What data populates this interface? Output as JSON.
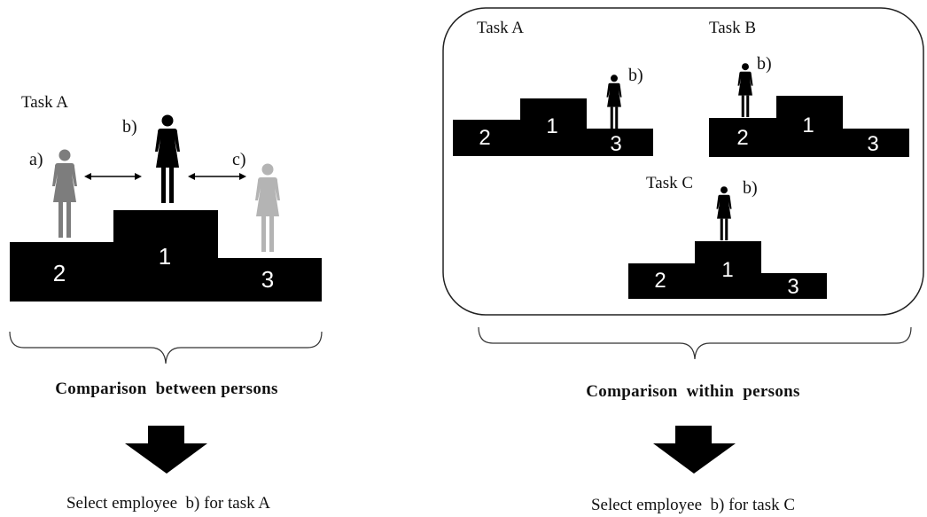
{
  "colors": {
    "black": "#000000",
    "grey_a": "#7d7d7d",
    "grey_c": "#b4b4b4",
    "frame": "#222222"
  },
  "left": {
    "task_label": "Task A",
    "person_a_label": "a)",
    "person_b_label": "b)",
    "person_c_label": "c)",
    "ranks": [
      "2",
      "1",
      "3"
    ],
    "brace_caption": "Comparison  between persons",
    "result": "Select employee  b) for task A"
  },
  "right": {
    "task_a": {
      "label": "Task A",
      "person_label": "b)",
      "ranks": [
        "2",
        "1",
        "3"
      ]
    },
    "task_b": {
      "label": "Task B",
      "person_label": "b)",
      "ranks": [
        "2",
        "1",
        "3"
      ]
    },
    "task_c": {
      "label": "Task C",
      "person_label": "b)",
      "ranks": [
        "2",
        "1",
        "3"
      ]
    },
    "brace_caption": "Comparison  within  persons",
    "result": "Select employee  b) for task C"
  },
  "icons": [
    "female-person-icon",
    "double-arrow-icon",
    "down-arrow-icon",
    "podium-icon",
    "curly-brace-icon"
  ]
}
